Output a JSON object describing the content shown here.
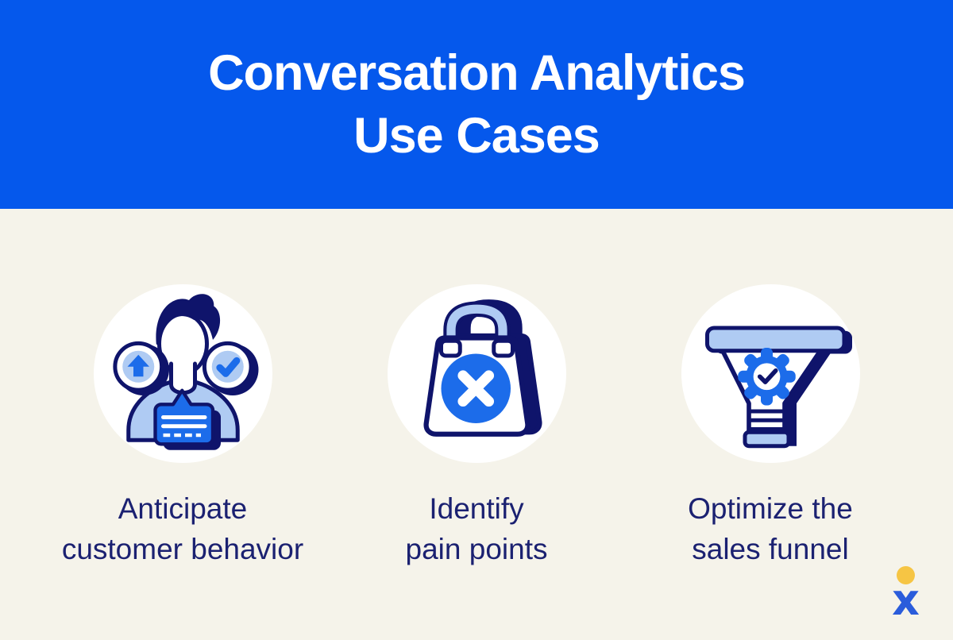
{
  "header": {
    "title_lines": [
      "Conversation Analytics",
      "Use Cases"
    ]
  },
  "use_cases": [
    {
      "icon": "customer-behavior-icon",
      "lines": [
        "Anticipate",
        "customer behavior"
      ]
    },
    {
      "icon": "pain-points-icon",
      "lines": [
        "Identify",
        "pain points"
      ]
    },
    {
      "icon": "sales-funnel-icon",
      "lines": [
        "Optimize the",
        "sales funnel"
      ]
    }
  ],
  "logo": {
    "letter": "x"
  },
  "colors": {
    "header_blue": "#0558EC",
    "body_bg": "#F5F3EA",
    "navy": "#0F146B",
    "text_navy": "#1B2171",
    "bright_blue": "#1C6CEA",
    "light_blue": "#AFCBF3",
    "white": "#FFFFFF",
    "logo_yellow": "#F6C544",
    "logo_blue": "#2A5CDB"
  }
}
